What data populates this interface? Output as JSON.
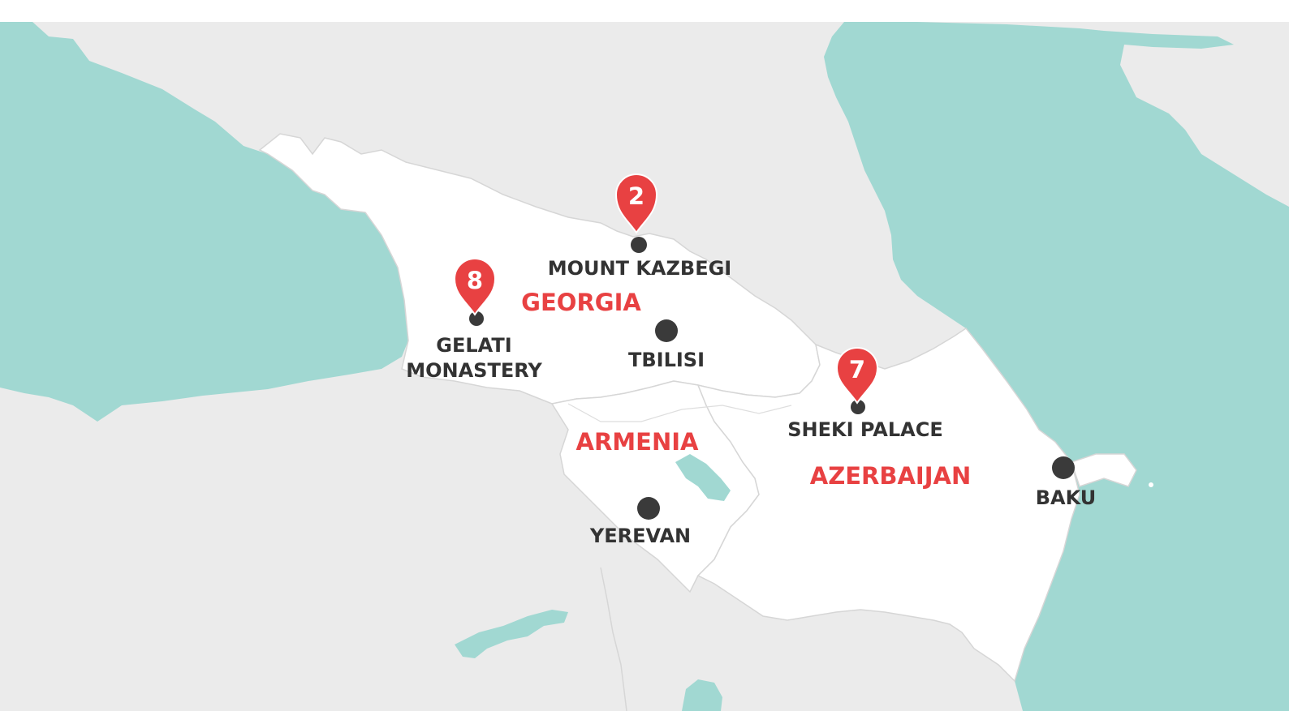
{
  "colors": {
    "water": "#a1d8d2",
    "land_other": "#ebebeb",
    "land_highlight": "#ffffff",
    "border": "#d6d6d6",
    "accent": "#e84142",
    "dot": "#3a3a3a",
    "label": "#333333",
    "background": "#ffffff"
  },
  "countries": {
    "georgia": "GEORGIA",
    "armenia": "ARMENIA",
    "azerbaijan": "AZERBAIJAN"
  },
  "places": {
    "mount_kazbegi": "MOUNT KAZBEGI",
    "gelati_line1": "GELATI",
    "gelati_line2": "MONASTERY",
    "tbilisi": "TBILISI",
    "sheki_palace": "SHEKI PALACE",
    "yerevan": "YEREVAN",
    "baku": "BAKU"
  },
  "markers": {
    "kazbegi": "2",
    "gelati": "8",
    "sheki": "7"
  }
}
